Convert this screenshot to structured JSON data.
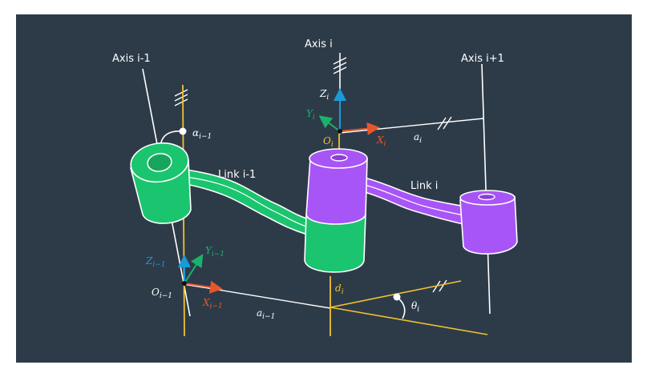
{
  "colors": {
    "background": "#2d3b49",
    "axis_line": "#ffffff",
    "z_axis": "#1a9bd7",
    "y_axis": "#19b36b",
    "x_axis": "#e8572a",
    "yellow_line": "#f2c12e",
    "link_green": "#1bc46e",
    "link_purple": "#a855f7"
  },
  "labels": {
    "axis_im1": "Axis i-1",
    "axis_i": "Axis i",
    "axis_ip1": "Axis i+1",
    "link_im1": "Link i-1",
    "link_i": "Link i"
  },
  "math": {
    "alpha": "α",
    "alpha_sub": "i−1",
    "Zi": "Z",
    "Zi_sub": "i",
    "Yi": "Y",
    "Yi_sub": "i",
    "Xi": "X",
    "Xi_sub": "i",
    "Oi": "O",
    "Oi_sub": "i",
    "ai": "a",
    "ai_sub": "i",
    "Zim1": "Z",
    "Zim1_sub": "i−1",
    "Yim1": "Y",
    "Yim1_sub": "i−1",
    "Xim1": "X",
    "Xim1_sub": "i−1",
    "Oim1": "O",
    "Oim1_sub": "i−1",
    "aim1": "a",
    "aim1_sub": "i−1",
    "di": "d",
    "di_sub": "i",
    "theta": "θ",
    "theta_sub": "i"
  }
}
